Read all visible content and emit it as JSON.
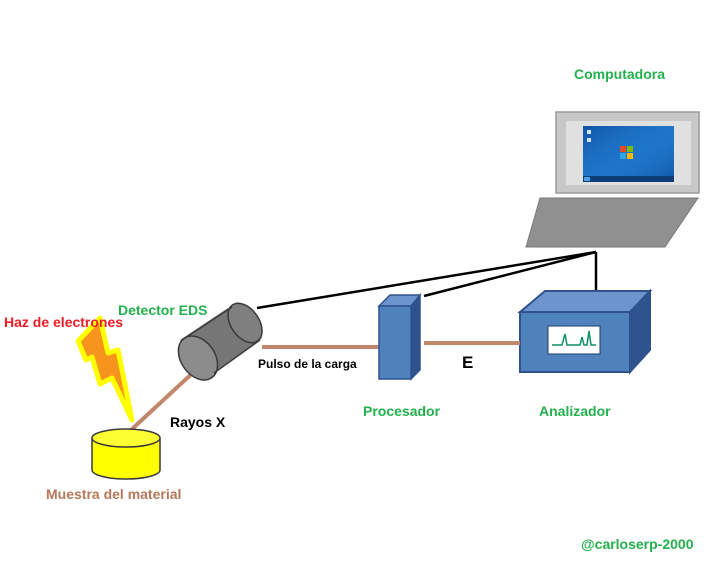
{
  "labels": {
    "computer": "Computadora",
    "detector": "Detector EDS",
    "electron_beam": "Haz de electrones",
    "charge_pulse": "Pulso de la carga",
    "energy": "E",
    "xrays": "Rayos X",
    "processor": "Procesador",
    "analyzer": "Analizador",
    "sample": "Muestra del material",
    "credit": "@carloserp-2000"
  },
  "icons": {
    "computer": "laptop-icon",
    "detector": "cylinder-detector-icon",
    "processor": "processor-box-icon",
    "analyzer": "analyzer-box-icon",
    "sample": "sample-cylinder-icon",
    "beam": "lightning-bolt-icon"
  },
  "colors": {
    "label_green": "#22b14c",
    "label_red": "#ed1c24",
    "label_brown": "#b5785a",
    "blue_box": "#4f81bd",
    "blue_box_dark": "#385d8a",
    "detector_gray": "#7f7f7f",
    "sample_yellow": "#ffff00",
    "cable_brown": "#c0876a",
    "bolt_orange": "#f7941d"
  }
}
